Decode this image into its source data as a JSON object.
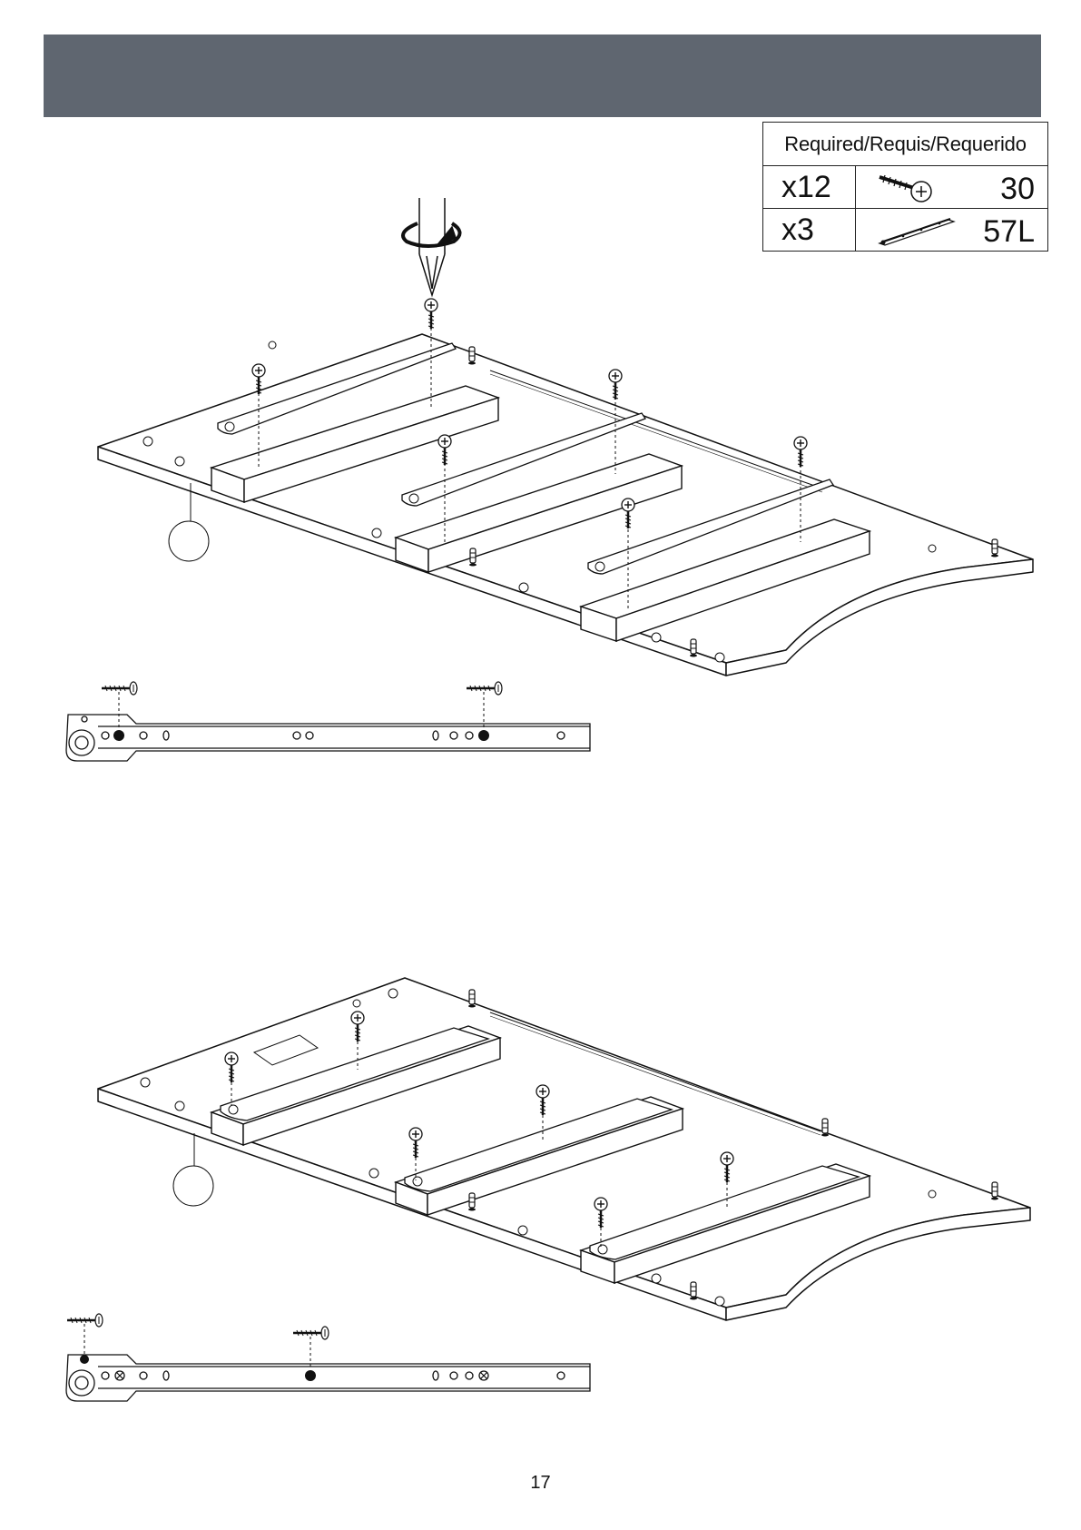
{
  "parts_table": {
    "header": "Required/Requis/Requerido",
    "rows": [
      {
        "qty": "x12",
        "icon": "screw-icon",
        "part": "30"
      },
      {
        "qty": "x3",
        "icon": "drawer-slide-icon",
        "part": "57L"
      }
    ]
  },
  "page_number": "17"
}
